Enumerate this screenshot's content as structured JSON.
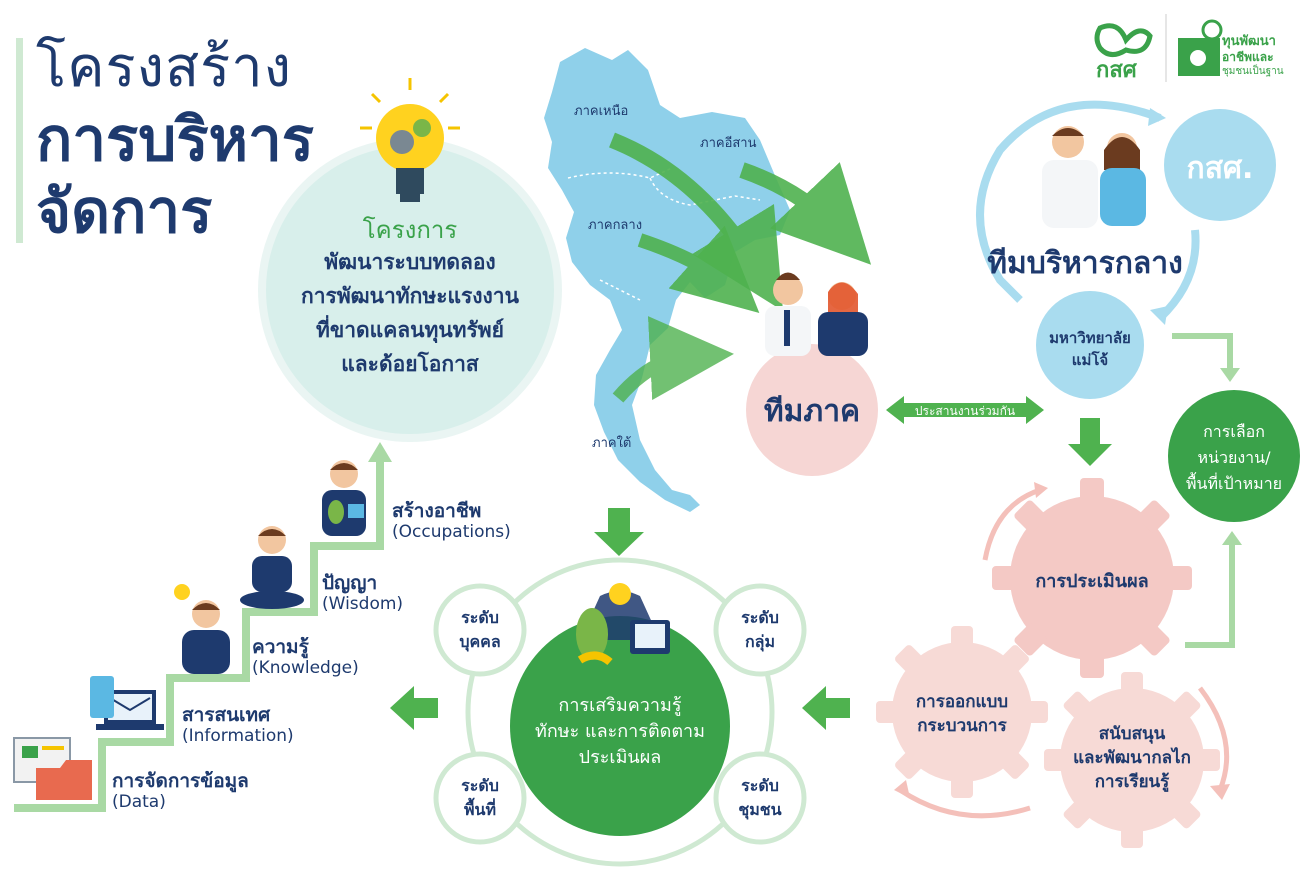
{
  "title": {
    "line1": "โครงสร้าง",
    "line2": "การบริหาร",
    "line3": "จัดการ"
  },
  "logos": {
    "org": "กสศ",
    "fund_line1": "ทุนพัฒนา",
    "fund_line2": "อาชีพและ",
    "fund_line3": "ชุมชนเป็นฐาน"
  },
  "project": {
    "label": "โครงการ",
    "line1": "พัฒนาระบบทดลอง",
    "line2": "การพัฒนาทักษะแรงงาน",
    "line3": "ที่ขาดแคลนทุนทรัพย์",
    "line4": "และด้อยโอกาส"
  },
  "map": {
    "north": "ภาคเหนือ",
    "northeast": "ภาคอีสาน",
    "central": "ภาคกลาง",
    "south": "ภาคใต้"
  },
  "regional_team": "ทีมภาค",
  "coordination": "ประสานงานร่วมกัน",
  "central_team": {
    "title": "ทีมบริหารกลาง",
    "eef": "กสศ.",
    "mjc_line1": "มหาวิทยาลัย",
    "mjc_line2": "แม่โจ้"
  },
  "selection": {
    "line1": "การเลือก",
    "line2": "หน่วยงาน/",
    "line3": "พื้นที่เป้าหมาย"
  },
  "gears": {
    "evaluation": "การประเมินผล",
    "design_line1": "การออกแบบ",
    "design_line2": "กระบวนการ",
    "support_line1": "สนับสนุน",
    "support_line2": "และพัฒนากลไก",
    "support_line3": "การเรียนรู้"
  },
  "hub": {
    "line1": "การเสริมความรู้",
    "line2": "ทักษะ และการติดตาม",
    "line3": "ประเมินผล",
    "individual_line1": "ระดับ",
    "individual_line2": "บุคคล",
    "group_line1": "ระดับ",
    "group_line2": "กลุ่ม",
    "area_line1": "ระดับ",
    "area_line2": "พื้นที่",
    "community_line1": "ระดับ",
    "community_line2": "ชุมชน"
  },
  "stairs": [
    {
      "th": "การจัดการข้อมูล",
      "en": "(Data)"
    },
    {
      "th": "สารสนเทศ",
      "en": "(Information)"
    },
    {
      "th": "ความรู้",
      "en": "(Knowledge)"
    },
    {
      "th": "ปัญญา",
      "en": "(Wisdom)"
    },
    {
      "th": "สร้างอาชีพ",
      "en": "(Occupations)"
    }
  ],
  "colors": {
    "navy": "#1e3a6e",
    "green": "#3aa24a",
    "light_green": "#a9d9a4",
    "light_blue": "#a9dcef",
    "map_blue": "#8fd0ea",
    "pink": "#f6d6d4",
    "gear_pink": "#f4c9c5",
    "mint": "#d8efeb"
  }
}
